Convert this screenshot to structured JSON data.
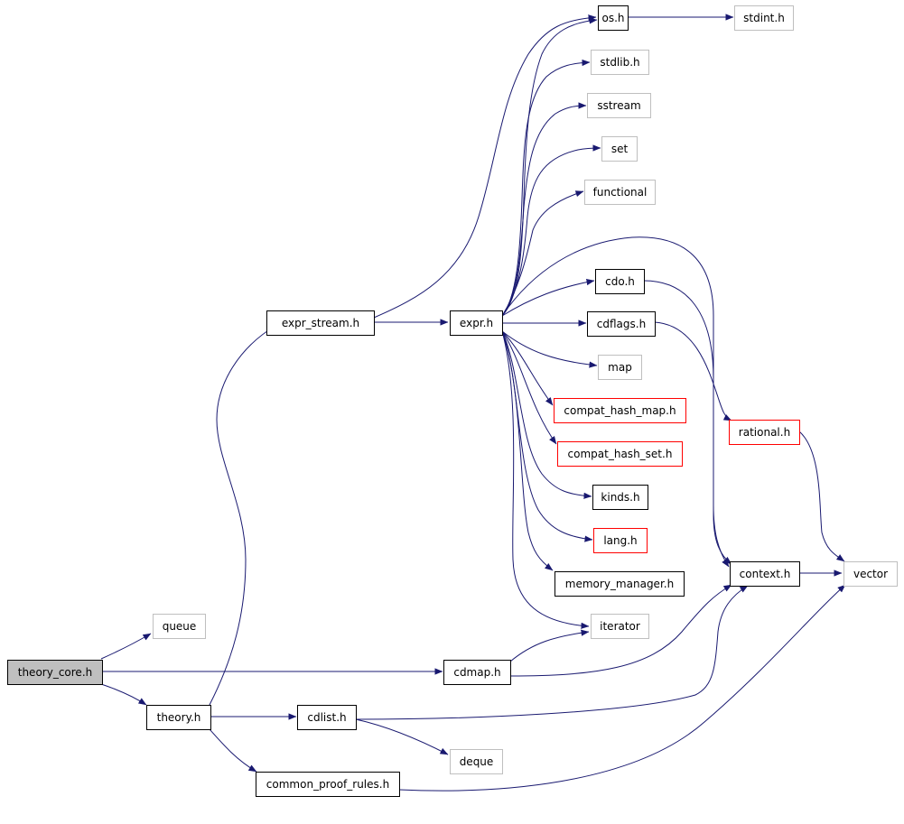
{
  "diagram": {
    "nodes": [
      {
        "id": "theory_core",
        "label": "theory_core.h",
        "style": "root"
      },
      {
        "id": "queue",
        "label": "queue",
        "style": "external"
      },
      {
        "id": "theory",
        "label": "theory.h",
        "style": "normal"
      },
      {
        "id": "expr_stream",
        "label": "expr_stream.h",
        "style": "normal"
      },
      {
        "id": "expr",
        "label": "expr.h",
        "style": "normal"
      },
      {
        "id": "os",
        "label": "os.h",
        "style": "normal"
      },
      {
        "id": "stdint",
        "label": "stdint.h",
        "style": "external"
      },
      {
        "id": "stdlib",
        "label": "stdlib.h",
        "style": "external"
      },
      {
        "id": "sstream",
        "label": "sstream",
        "style": "external"
      },
      {
        "id": "set",
        "label": "set",
        "style": "external"
      },
      {
        "id": "functional",
        "label": "functional",
        "style": "external"
      },
      {
        "id": "cdo",
        "label": "cdo.h",
        "style": "normal"
      },
      {
        "id": "cdflags",
        "label": "cdflags.h",
        "style": "normal"
      },
      {
        "id": "map",
        "label": "map",
        "style": "external"
      },
      {
        "id": "compat_hash_map",
        "label": "compat_hash_map.h",
        "style": "truncated"
      },
      {
        "id": "compat_hash_set",
        "label": "compat_hash_set.h",
        "style": "truncated"
      },
      {
        "id": "kinds",
        "label": "kinds.h",
        "style": "normal"
      },
      {
        "id": "lang",
        "label": "lang.h",
        "style": "truncated"
      },
      {
        "id": "memory_manager",
        "label": "memory_manager.h",
        "style": "normal"
      },
      {
        "id": "iterator",
        "label": "iterator",
        "style": "external"
      },
      {
        "id": "rational",
        "label": "rational.h",
        "style": "truncated"
      },
      {
        "id": "context",
        "label": "context.h",
        "style": "normal"
      },
      {
        "id": "vector",
        "label": "vector",
        "style": "external"
      },
      {
        "id": "cdmap",
        "label": "cdmap.h",
        "style": "normal"
      },
      {
        "id": "cdlist",
        "label": "cdlist.h",
        "style": "normal"
      },
      {
        "id": "deque",
        "label": "deque",
        "style": "external"
      },
      {
        "id": "common_proof_rules",
        "label": "common_proof_rules.h",
        "style": "normal"
      }
    ],
    "edges": [
      {
        "from": "theory_core",
        "to": "queue"
      },
      {
        "from": "theory_core",
        "to": "theory"
      },
      {
        "from": "theory_core",
        "to": "cdmap"
      },
      {
        "from": "theory",
        "to": "expr_stream"
      },
      {
        "from": "theory",
        "to": "cdlist"
      },
      {
        "from": "theory",
        "to": "common_proof_rules"
      },
      {
        "from": "expr_stream",
        "to": "os"
      },
      {
        "from": "expr_stream",
        "to": "expr"
      },
      {
        "from": "expr",
        "to": "os"
      },
      {
        "from": "expr",
        "to": "stdlib"
      },
      {
        "from": "expr",
        "to": "sstream"
      },
      {
        "from": "expr",
        "to": "set"
      },
      {
        "from": "expr",
        "to": "functional"
      },
      {
        "from": "expr",
        "to": "cdo"
      },
      {
        "from": "expr",
        "to": "cdflags"
      },
      {
        "from": "expr",
        "to": "map"
      },
      {
        "from": "expr",
        "to": "compat_hash_map"
      },
      {
        "from": "expr",
        "to": "compat_hash_set"
      },
      {
        "from": "expr",
        "to": "kinds"
      },
      {
        "from": "expr",
        "to": "lang"
      },
      {
        "from": "expr",
        "to": "memory_manager"
      },
      {
        "from": "expr",
        "to": "iterator"
      },
      {
        "from": "expr",
        "to": "context"
      },
      {
        "from": "os",
        "to": "stdint"
      },
      {
        "from": "cdo",
        "to": "context"
      },
      {
        "from": "cdflags",
        "to": "rational"
      },
      {
        "from": "rational",
        "to": "vector"
      },
      {
        "from": "context",
        "to": "vector"
      },
      {
        "from": "cdmap",
        "to": "iterator"
      },
      {
        "from": "cdmap",
        "to": "context"
      },
      {
        "from": "cdlist",
        "to": "context"
      },
      {
        "from": "cdlist",
        "to": "deque"
      },
      {
        "from": "common_proof_rules",
        "to": "vector"
      }
    ],
    "colors": {
      "edge": "#191970",
      "normal_border": "#000000",
      "external_border": "#bfbfbf",
      "truncated_border": "#ff0000",
      "root_fill": "#bfbfbf",
      "node_fill": "#ffffff",
      "text": "#000000"
    }
  }
}
